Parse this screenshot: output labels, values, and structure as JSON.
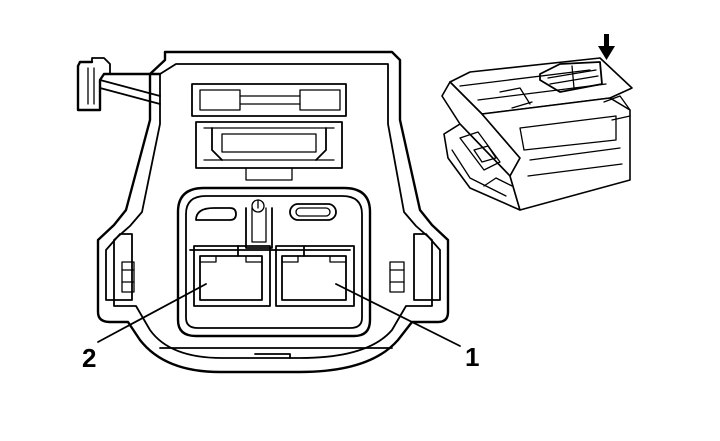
{
  "figure": {
    "pin_labels": [
      {
        "id": "pin-2",
        "text": "2"
      },
      {
        "id": "pin-1",
        "text": "1"
      }
    ],
    "insertion_arrow_icon": "down-arrow-icon",
    "colors": {
      "line": "#000000",
      "background": "#ffffff"
    }
  }
}
